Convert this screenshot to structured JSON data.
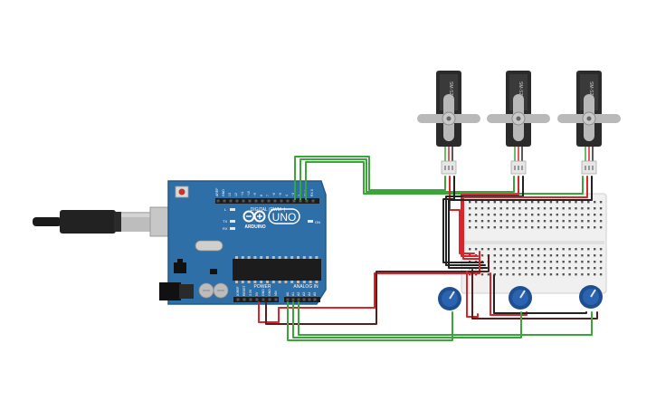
{
  "board": {
    "logo_text": "UNO",
    "brand_text": "ARDUINO",
    "digital_header_label": "DIGITAL (PWM~)",
    "power_label": "POWER",
    "analog_label": "ANALOG IN",
    "led_l": "L",
    "led_tx": "TX",
    "led_rx": "RX",
    "on_label": "ON",
    "digital_pin_labels": [
      "AREF",
      "GND",
      "13",
      "12",
      "~11",
      "~10",
      "~9",
      "8",
      "7",
      "~6",
      "~5",
      "4",
      "~3",
      "2",
      "TX 1",
      "RX 0"
    ],
    "power_pin_labels": [
      "IOREF",
      "RESET",
      "3.3V",
      "5V",
      "GND",
      "GND",
      "VIN"
    ],
    "analog_pin_labels": [
      "A0",
      "A1",
      "A2",
      "A3",
      "A4",
      "A5"
    ]
  },
  "servos": [
    {
      "label": "SM-S2309S"
    },
    {
      "label": "SM-S2309S"
    },
    {
      "label": "SM-S2309S"
    }
  ],
  "colors": {
    "board": "#2f6fa8",
    "board_dark": "#25598a",
    "wire_green": "#3aa63a",
    "wire_red": "#d9262b",
    "wire_black": "#222222",
    "wire_brown": "#5a1e1e",
    "breadboard": "#f0f0f0",
    "servo_body": "#2b2b2b",
    "servo_horn": "#b9b9b9",
    "pot_body": "#1e4f91"
  },
  "icons": {
    "usb_cable": "usb-cable-icon",
    "reset_button": "reset-button-icon",
    "power_jack": "power-jack-icon"
  }
}
